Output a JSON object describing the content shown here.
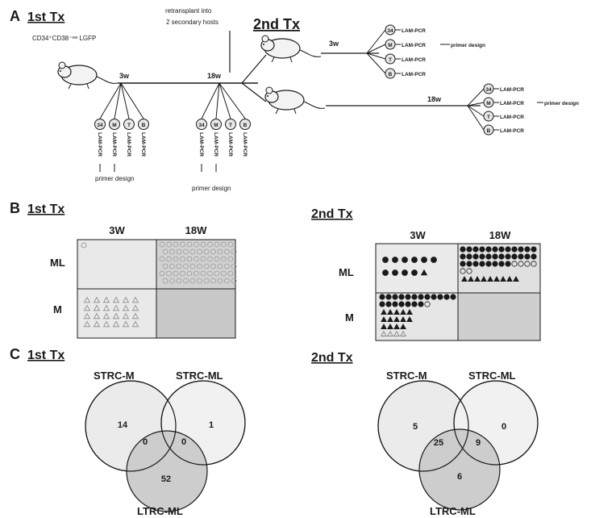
{
  "panelA": {
    "letter": "A",
    "tx1": "1st Tx",
    "tx2": "2nd Tx",
    "cells": "CD34⁺CD38⁻ᵒʷ LGFP",
    "retransplant": [
      "retransplant into",
      "2 secondary hosts"
    ],
    "time_3w": "3w",
    "time_18w": "18w",
    "lineages": [
      "34",
      "M",
      "T",
      "B"
    ],
    "assay": "LAM-PCR",
    "primer_design": "primer design"
  },
  "panelB": {
    "letter": "B",
    "tx1": "1st Tx",
    "tx2": "2nd Tx",
    "col_3w": "3W",
    "col_18w": "18W",
    "row_ml": "ML",
    "row_m": "M"
  },
  "panelC": {
    "letter": "C",
    "tx1": "1st Tx",
    "tx2": "2nd Tx",
    "strc_m": "STRC-M",
    "strc_ml": "STRC-ML",
    "ltrc_ml": "LTRC-ML",
    "venn1": {
      "m_only": "14",
      "ml_only": "1",
      "m_ml": "0",
      "ml_ltrc": "0",
      "ltrc": "52"
    },
    "venn2": {
      "m_only": "5",
      "ml_only": "0",
      "m_ltrc": "25",
      "ml_ltrc": "9",
      "ltrc": "6"
    }
  },
  "colors": {
    "ink": "#1a1a1a",
    "light_fill": "#e6e6e6",
    "dark_fill": "#c4c4c4",
    "pale": "#efefef"
  }
}
